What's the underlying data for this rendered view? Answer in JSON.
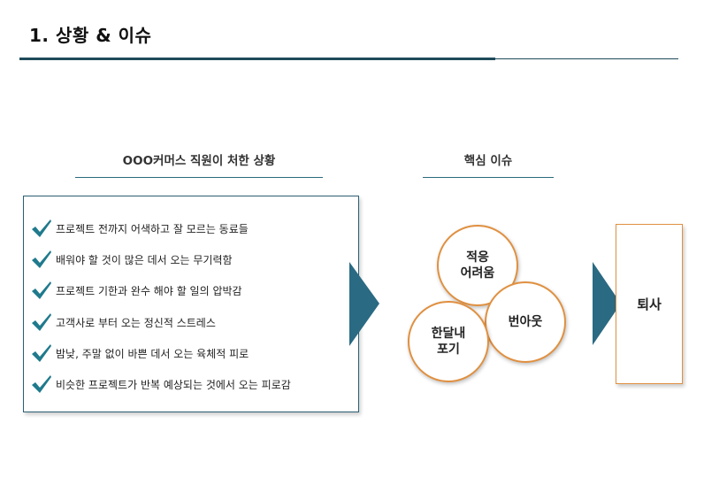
{
  "header": {
    "title": "1. 상황 & 이슈"
  },
  "sections": {
    "left_heading": "OOO커머스 직원이 처한 상황",
    "middle_heading": "핵심 이슈"
  },
  "situation_items": [
    "프로젝트 전까지 어색하고 잘 모르는 동료들",
    "배워야 할 것이 많은 데서 오는 무기력함",
    "프로젝트 기한과 완수 해야 할 일의 압박감",
    "고객사로 부터 오는 정신적 스트레스",
    "밤낮, 주말 없이 바쁜 데서 오는 육체적 피로",
    "비슷한 프로젝트가 반복 예상되는 것에서 오는  피로감"
  ],
  "issues": {
    "issue_1": "적응\n어려움",
    "issue_2": "번아웃",
    "issue_3": "한달내\n포기"
  },
  "result": {
    "label": "퇴사"
  },
  "colors": {
    "check": "#1f7a8c",
    "arrow": "#2a6a82",
    "circle_border": "#e09040",
    "box_border": "#2b5f74",
    "title_rule": "#1e4a5a"
  },
  "icons": {
    "check": "check-icon",
    "arrow": "arrow-right-icon"
  }
}
